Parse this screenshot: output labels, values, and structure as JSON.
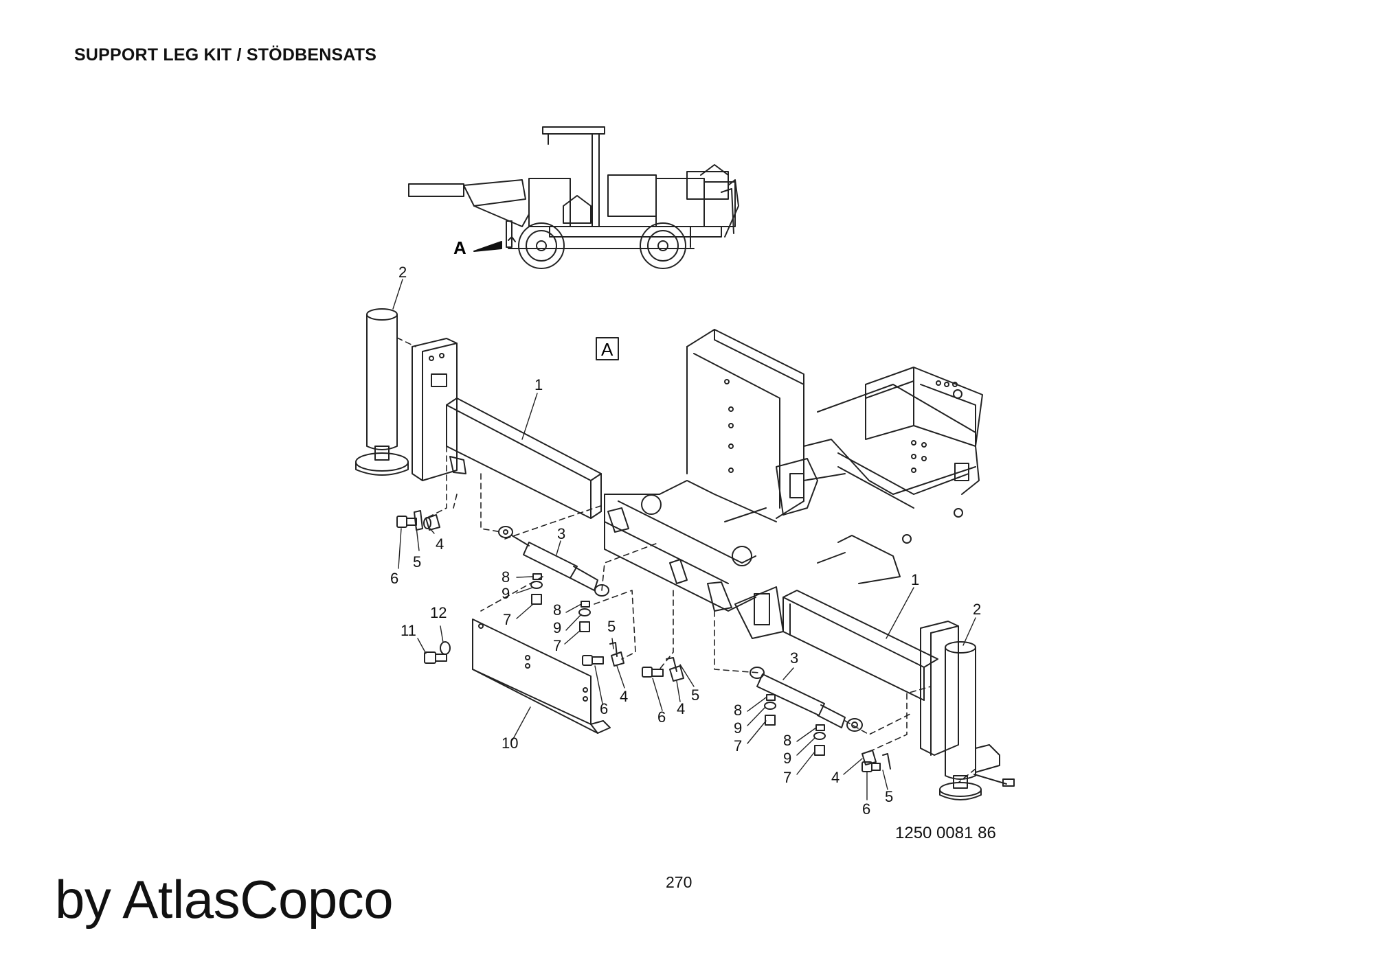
{
  "header": {
    "title": "SUPPORT LEG KIT / STÖDBENSATS"
  },
  "view_marker": {
    "overview_label": "A",
    "detail_label": "A"
  },
  "callouts": [
    {
      "id": "c2a",
      "label": "2"
    },
    {
      "id": "c1a",
      "label": "1"
    },
    {
      "id": "c3a",
      "label": "3"
    },
    {
      "id": "c4a",
      "label": "4"
    },
    {
      "id": "c5a",
      "label": "5"
    },
    {
      "id": "c6a",
      "label": "6"
    },
    {
      "id": "c8a",
      "label": "8"
    },
    {
      "id": "c9a",
      "label": "9"
    },
    {
      "id": "c7a",
      "label": "7"
    },
    {
      "id": "c8b",
      "label": "8"
    },
    {
      "id": "c9b",
      "label": "9"
    },
    {
      "id": "c7b",
      "label": "7"
    },
    {
      "id": "c12",
      "label": "12"
    },
    {
      "id": "c11",
      "label": "11"
    },
    {
      "id": "c10",
      "label": "10"
    },
    {
      "id": "c5b",
      "label": "5"
    },
    {
      "id": "c4b",
      "label": "4"
    },
    {
      "id": "c6b",
      "label": "6"
    },
    {
      "id": "c6c",
      "label": "6"
    },
    {
      "id": "c4c",
      "label": "4"
    },
    {
      "id": "c5c",
      "label": "5"
    },
    {
      "id": "c3b",
      "label": "3"
    },
    {
      "id": "c1b",
      "label": "1"
    },
    {
      "id": "c2b",
      "label": "2"
    },
    {
      "id": "c8c",
      "label": "8"
    },
    {
      "id": "c9c",
      "label": "9"
    },
    {
      "id": "c7c",
      "label": "7"
    },
    {
      "id": "c8d",
      "label": "8"
    },
    {
      "id": "c9d",
      "label": "9"
    },
    {
      "id": "c7d",
      "label": "7"
    },
    {
      "id": "c4d",
      "label": "4"
    },
    {
      "id": "c6d",
      "label": "6"
    },
    {
      "id": "c5d",
      "label": "5"
    }
  ],
  "footer": {
    "document_number": "1250 0081 86",
    "page_number": "270",
    "brand": "by AtlasCopco"
  }
}
